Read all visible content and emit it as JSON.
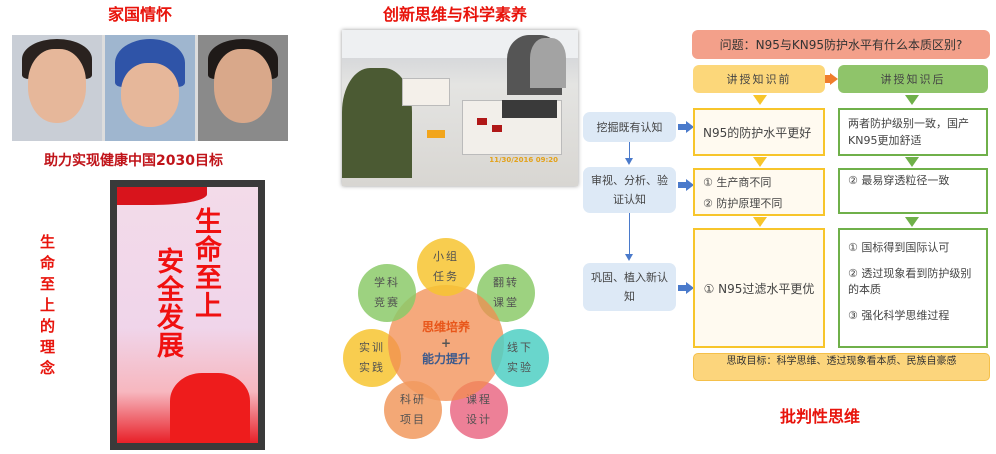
{
  "left_panel": {
    "title": "家国情怀",
    "caption": "助力实现健康中国2030目标",
    "vertical_label": "生命至上的理念",
    "poster": {
      "line1": "生命至上",
      "line2": "安全发展"
    }
  },
  "middle_panel": {
    "title": "创新思维与科学素养",
    "photo_timestamp": "11/30/2016 09:20",
    "diagram": {
      "center_top": "思维培养",
      "center_plus": "+",
      "center_bottom": "能力提升",
      "petals": [
        {
          "line1": "小组",
          "line2": "任务",
          "color": "#f7c531"
        },
        {
          "line1": "翻转",
          "line2": "课堂",
          "color": "#8ccb6a"
        },
        {
          "line1": "线下",
          "line2": "实验",
          "color": "#4fd0c4"
        },
        {
          "line1": "课程",
          "line2": "设计",
          "color": "#ea6a85"
        },
        {
          "line1": "科研",
          "line2": "项目",
          "color": "#f29a5f"
        },
        {
          "line1": "实训",
          "line2": "实践",
          "color": "#f7c531"
        },
        {
          "line1": "学科",
          "line2": "竞赛",
          "color": "#8ccb6a"
        }
      ]
    }
  },
  "right_panel": {
    "question": "问题：N95与KN95防护水平有什么本质区别?",
    "before_header": "讲授知识前",
    "after_header": "讲授知识后",
    "steps": [
      "挖掘既有认知",
      "审视、分析、验证认知",
      "巩固、植入新认知"
    ],
    "before": {
      "row1": "N95的防护水平更好",
      "row2": [
        "① 生产商不同",
        "② 防护原理不同"
      ],
      "row3": "① N95过滤水平更优"
    },
    "after": {
      "row1": "两者防护级别一致，国产KN95更加舒适",
      "row2": "② 最易穿透粒径一致",
      "row3": [
        "①  国标得到国际认可",
        "②  透过现象看到防护级别的本质",
        "③  强化科学思维过程"
      ]
    },
    "goal": "思政目标：科学思维、透过现象看本质、民族自豪感",
    "caption": "批判性思维"
  }
}
